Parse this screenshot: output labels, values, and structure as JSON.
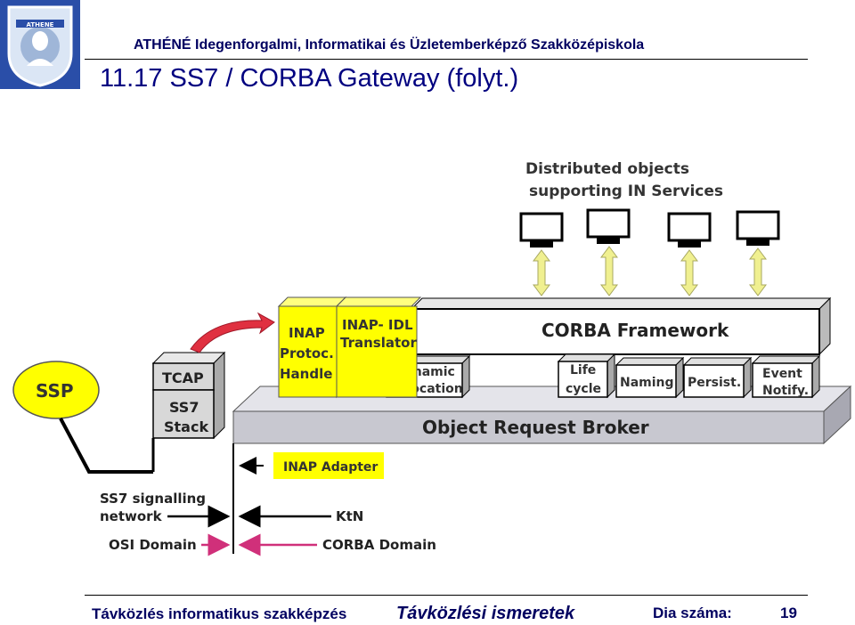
{
  "header": {
    "logo_text": "ATHENE",
    "school_name": "ATHÉNÉ Idegenforgalmi, Informatikai és Üzletemberképző Szakközépiskola",
    "slide_title": "11.17  SS7 / CORBA Gateway (folyt.)"
  },
  "diagram": {
    "distributed_line1": "Distributed objects",
    "distributed_line2": "supporting IN Services",
    "ssp": "SSP",
    "tcap": "TCAP",
    "ss7_stack_line1": "SS7",
    "ss7_stack_line2": "Stack",
    "inap_line1": "INAP",
    "inap_line2": "Protoc.",
    "inap_line3": "Handle",
    "translator_line1": "INAP- IDL",
    "translator_line2": "Translator",
    "dynamic_line1": "Dynamic",
    "dynamic_line2": "Invocation",
    "corba_framework": "CORBA Framework",
    "lifecycle_line1": "Life",
    "lifecycle_line2": "cycle",
    "naming": "Naming",
    "persist": "Persist.",
    "event_line1": "Event",
    "event_line2": "Notify.",
    "orb": "Object Request Broker",
    "inap_adapter": "INAP Adapter",
    "ss7_network_line1": "SS7 signalling",
    "ss7_network_line2": "network",
    "ktn": "KtN",
    "osi_domain": "OSI Domain",
    "corba_domain": "CORBA Domain"
  },
  "colors": {
    "yellow": "#ffff00",
    "orb_gray": "#c8c8d0",
    "red_arrow": "#e03040",
    "pink_arrow": "#d0307a",
    "light_yellow_arrow": "#f0f090",
    "title_blue": "#000080"
  },
  "footer": {
    "left": "Távközlés informatikus szakképzés",
    "middle": "Távközlési ismeretek",
    "slide_label": "Dia száma:",
    "slide_number": "19"
  }
}
